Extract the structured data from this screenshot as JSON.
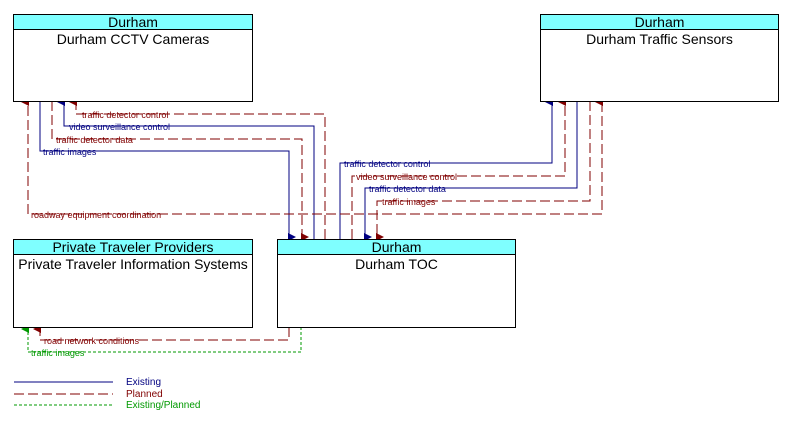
{
  "nodes": {
    "cctv": {
      "owner": "Durham",
      "name": "Durham CCTV Cameras"
    },
    "sensors": {
      "owner": "Durham",
      "name": "Durham Traffic Sensors"
    },
    "ptp": {
      "owner": "Private Traveler Providers",
      "name": "Private Traveler Information Systems"
    },
    "toc": {
      "owner": "Durham",
      "name": "Durham TOC"
    }
  },
  "flows": {
    "cctv_tdc": "traffic detector control",
    "cctv_vsc": "video surveillance control",
    "cctv_tdd": "traffic detector data",
    "cctv_ti": "traffic images",
    "sens_tdc": "traffic detector control",
    "sens_vsc": "video surveillance control",
    "sens_tdd": "traffic detector data",
    "sens_ti": "traffic images",
    "rec": "roadway equipment coordination",
    "rnc": "road network conditions",
    "pti": "traffic images"
  },
  "legend": {
    "existing": "Existing",
    "planned": "Planned",
    "existing_planned": "Existing/Planned"
  },
  "colors": {
    "existing": "#000080",
    "planned": "#800000",
    "existing_planned": "#009900",
    "header_fill": "#7fffff"
  }
}
